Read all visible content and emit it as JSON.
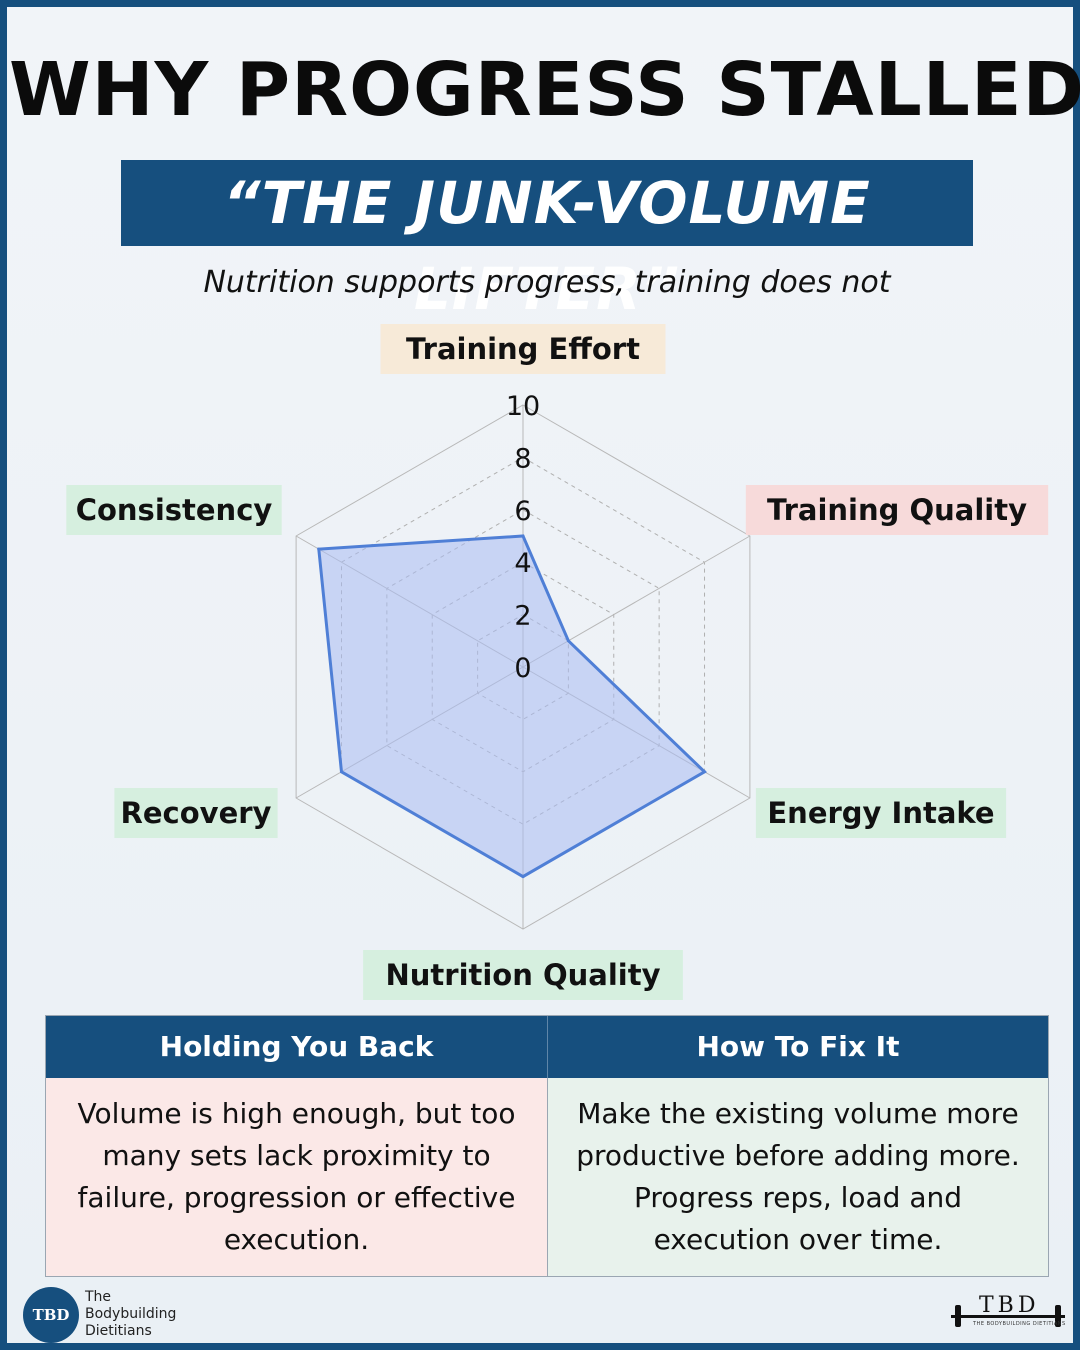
{
  "header": {
    "title": "WHY PROGRESS STALLED",
    "banner": "“THE JUNK-VOLUME LIFTER”",
    "subtitle": "Nutrition supports progress, training does not"
  },
  "colors": {
    "brand_blue": "#164f7e",
    "fill": "#a9bcf2",
    "stroke": "#4f7fd6",
    "label_tan": "#f7ead8",
    "label_pink": "#f7dada",
    "label_green": "#d6efdf",
    "cell_pink": "#fbe8e7",
    "cell_green": "#e8f2ec"
  },
  "chart_data": {
    "type": "radar",
    "axes": [
      "Training Effort",
      "Training Quality",
      "Energy Intake",
      "Nutrition Quality",
      "Recovery",
      "Consistency"
    ],
    "values": [
      5,
      2,
      8,
      8,
      8,
      9
    ],
    "rmax": 10,
    "ticks": [
      "0",
      "2",
      "4",
      "6",
      "8",
      "10"
    ],
    "tick_values": [
      0,
      2,
      4,
      6,
      8,
      10
    ],
    "label_colors": [
      "#f7ead8",
      "#f7dada",
      "#d6efdf",
      "#d6efdf",
      "#d6efdf",
      "#d6efdf"
    ],
    "grid": true
  },
  "table": {
    "headers": [
      "Holding You Back",
      "How To Fix It"
    ],
    "cells": [
      "Volume is high enough, but too many sets lack proximity to failure, progression or effective execution.",
      "Make the existing volume more productive before adding more. Progress reps, load and execution over time."
    ]
  },
  "footer": {
    "left_logo_mark": "TBD",
    "left_logo_lines": [
      "The",
      "Bodybuilding",
      "Dietitians"
    ],
    "right_logo_mark": "TBD",
    "right_logo_sub": "THE BODYBUILDING DIETITIANS"
  }
}
